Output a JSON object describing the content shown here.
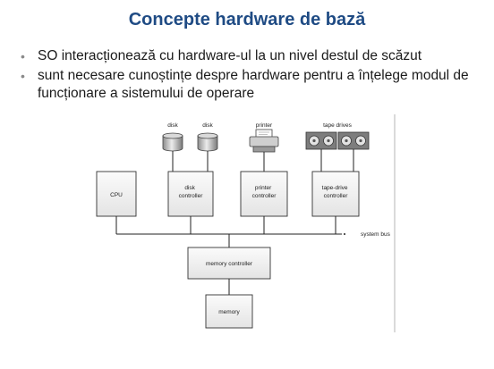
{
  "slide": {
    "title": "Concepte hardware de bază",
    "bullets": [
      "SO interacționează cu hardware-ul la un nivel destul de scăzut",
      "sunt necesare cunoștințe despre hardware pentru a înțelege modul de funcționare a sistemului de operare"
    ]
  },
  "diagram": {
    "devices": {
      "disk_1": "disk",
      "disk_2": "disk",
      "printer": "printer",
      "tape_drives": "tape drives"
    },
    "cpu": "CPU",
    "disk_controller": [
      "disk",
      "controller"
    ],
    "printer_controller": [
      "printer",
      "controller"
    ],
    "tape_drive_controller": [
      "tape-drive",
      "controller"
    ],
    "bus": "system bus",
    "memory_controller": "memory controller",
    "memory": "memory",
    "icons": [
      "disk-icon",
      "disk-icon",
      "printer-icon",
      "tape-drive-icon",
      "tape-drive-icon"
    ]
  },
  "colors": {
    "title": "#1f4b84",
    "text": "#1b1b1b",
    "bullet_marker": "#8a8a8a",
    "diagram_lines": "#222222"
  }
}
